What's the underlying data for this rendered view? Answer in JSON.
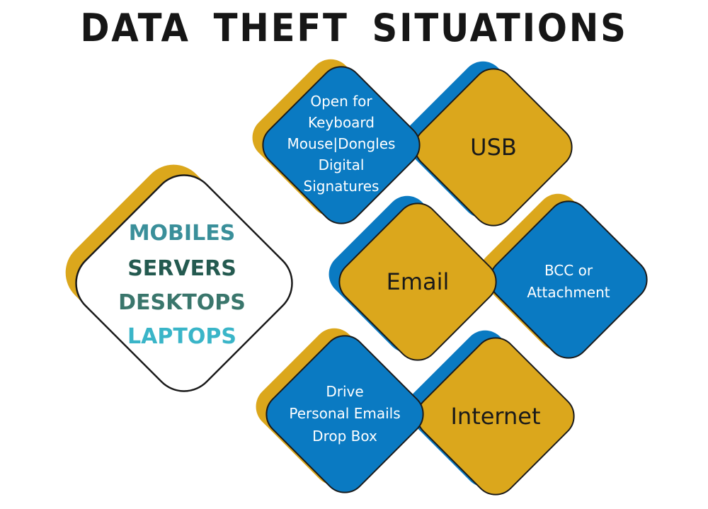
{
  "title": "DATA THEFT SITUATIONS",
  "colors": {
    "gold": "#dba71c",
    "blue": "#0a7ac2",
    "white": "#ffffff",
    "outline": "#1a1a1a"
  },
  "devices": {
    "mobiles": "MOBILES",
    "servers": "SERVERS",
    "desktops": "DESKTOPS",
    "laptops": "LAPTOPS",
    "colors": {
      "mobiles": "#3a8f9a",
      "servers": "#245a50",
      "desktops": "#3a766c",
      "laptops": "#3ab5c8"
    }
  },
  "situations": [
    {
      "channel": "USB",
      "detail": [
        "Open  for",
        "Keyboard",
        "Mouse|Dongles",
        "Digital",
        "Signatures"
      ]
    },
    {
      "channel": "Email",
      "detail": [
        "BCC  or",
        "Attachment"
      ]
    },
    {
      "channel": "Internet",
      "detail": [
        "Drive",
        "Personal Emails",
        "Drop  Box"
      ]
    }
  ]
}
